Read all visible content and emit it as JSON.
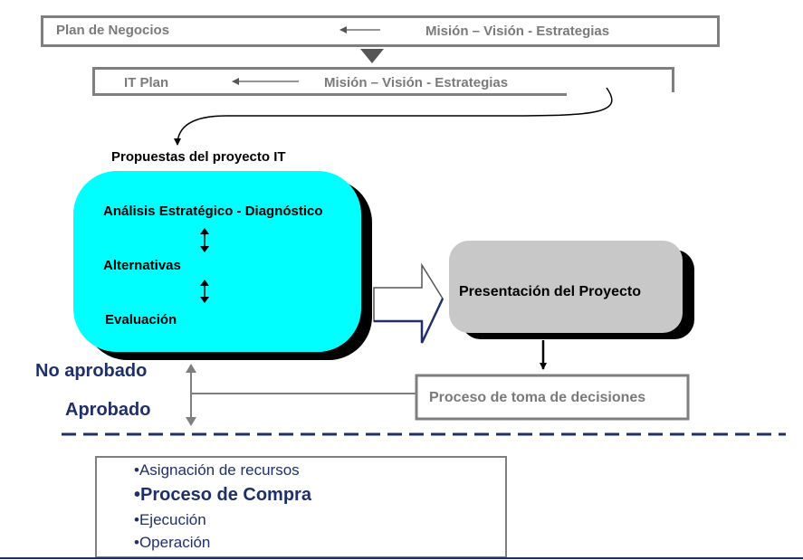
{
  "top_row": {
    "plan_negocios": "Plan de Negocios",
    "mision_vision_1": "Misión – Visión - Estrategias"
  },
  "it_row": {
    "it_plan": "IT Plan",
    "mision_vision_2": "Misión – Visión - Estrategias"
  },
  "propuestas_label": "Propuestas del proyecto IT",
  "cyan_box": {
    "analisis": "Análisis Estratégico - Diagnóstico",
    "alternativas": "Alternativas",
    "evaluacion": "Evaluación"
  },
  "presentacion": "Presentación del Proyecto",
  "proceso_toma": "Proceso de toma de decisiones",
  "no_aprobado": "No aprobado",
  "aprobado": "Aprobado",
  "list": {
    "item1": "•Asignación de recursos",
    "item2": "•Proceso de Compra",
    "item3": "•Ejecución",
    "item4": "•Operación"
  },
  "colors": {
    "cyan": "#00ffff",
    "gray_box": "#c8c8c8",
    "navy": "#1f2f6b",
    "frame_gray": "#7f7f7f"
  }
}
